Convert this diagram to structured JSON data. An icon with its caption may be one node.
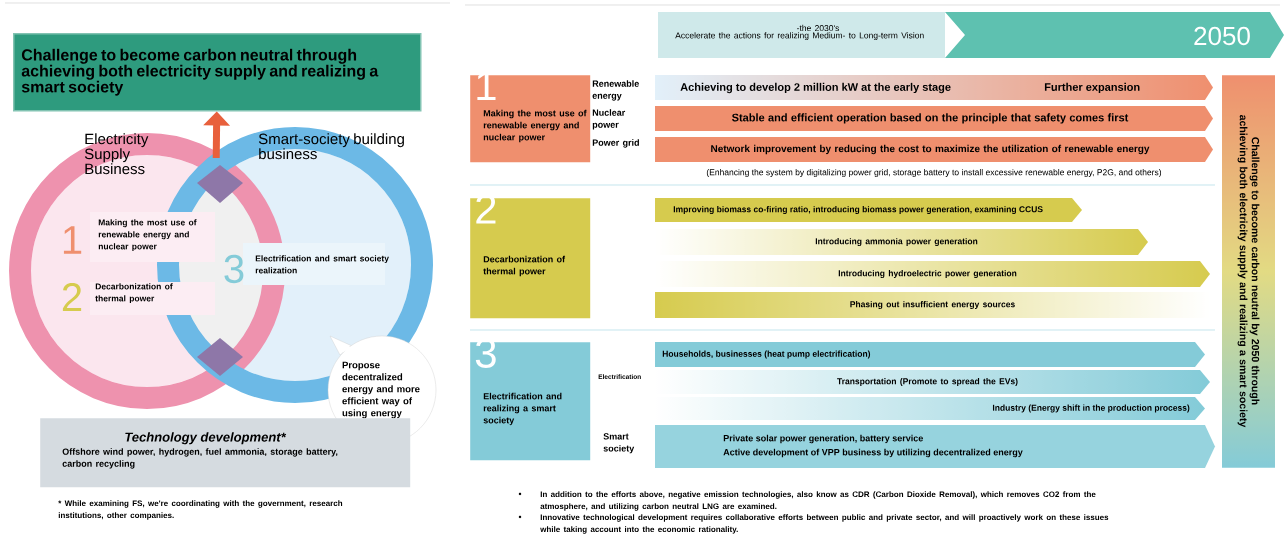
{
  "diagram": {
    "nodes": [
      {
        "text": [
          "Challenge to become carbon neutral through achieving both electricity supply and realizing a smart society"
        ]
      },
      {
        "text": [
          "Electricity Supply Business"
        ]
      },
      {
        "text": [
          "Smart-society building business"
        ]
      },
      {
        "text": [
          "Propose decentralized energy and more efficient way of using energy"
        ]
      },
      {
        "text": [
          "Technology development*",
          "Offshore wind power, hydrogen, fuel ammonia, storage battery, carbon recycling"
        ]
      },
      {
        "text": [
          "-the 2030's",
          "Accelerate the actions for realizing Medium- to Long-term Vision"
        ]
      },
      {
        "text": [
          "2050"
        ]
      },
      {
        "text": [
          "1",
          "Making the most use of renewable energy and nuclear power"
        ],
        "beside": [
          "Renewable energy",
          "Nuclear power",
          "Power grid"
        ]
      },
      {
        "text": [
          "Achieving to develop 2 million kW at the early stage",
          "Further expansion"
        ]
      },
      {
        "text": [
          "Stable and efficient operation based on the principle that safety comes first"
        ]
      },
      {
        "text": [
          "Network improvement by reducing the cost to maximize the utilization of renewable energy"
        ]
      },
      {
        "text": [
          "2",
          "Decarbonization of thermal power"
        ]
      },
      {
        "text": [
          "Improving biomass co-firing ratio, introducing biomass power generation, examining CCUS"
        ]
      },
      {
        "text": [
          "Introducing  ammonia power generation"
        ]
      },
      {
        "text": [
          "Introducing hydroelectric power generation"
        ]
      },
      {
        "text": [
          "Phasing out insufficient energy sources"
        ]
      },
      {
        "text": [
          "3",
          "Electrification and realizing a smart society"
        ],
        "beside": [
          "Electrification",
          "Smart society"
        ]
      },
      {
        "text": [
          "Households, businesses (heat pump electrification)"
        ]
      },
      {
        "text": [
          "Transportation (Promote to spread the EVs)"
        ]
      },
      {
        "text": [
          "Industry (Energy shift in the production process)"
        ]
      },
      {
        "text": [
          "Private solar power generation, battery service",
          "Active development of VPP business by utilizing decentralized energy"
        ]
      },
      {
        "text": [
          "Challenge to become carbon neutral by 2050 through achieving both electricity supply and realizing a smart society"
        ]
      }
    ],
    "edges": [
      {
        "from": 1,
        "to": 0,
        "arrow": "to",
        "color": "#e8603c"
      },
      {
        "from": 2,
        "to": 0,
        "arrow": "to",
        "color": "#e8603c"
      }
    ],
    "labels": [
      "1",
      "Making the most use of renewable energy and nuclear power",
      "3",
      "Electrification and smart society realization",
      "2",
      "Decarbonization of thermal power",
      "* While examining FS, we're coordinating with the government, research institutions, other companies.",
      "(Enhancing the system by  digitalizing power grid, storage battery to install excessive renewable energy, P2G, and others)",
      "In addition to the efforts above, negative emission technologies, also know as CDR (Carbon Dioxide Removal), which  removes CO2 from the atmosphere, and utilizing carbon neutral LNG are examined.",
      "Innovative technological development requires collaborative efforts between public and private sector, and will proactively work on these issues while taking account into the economic rationality."
    ]
  }
}
